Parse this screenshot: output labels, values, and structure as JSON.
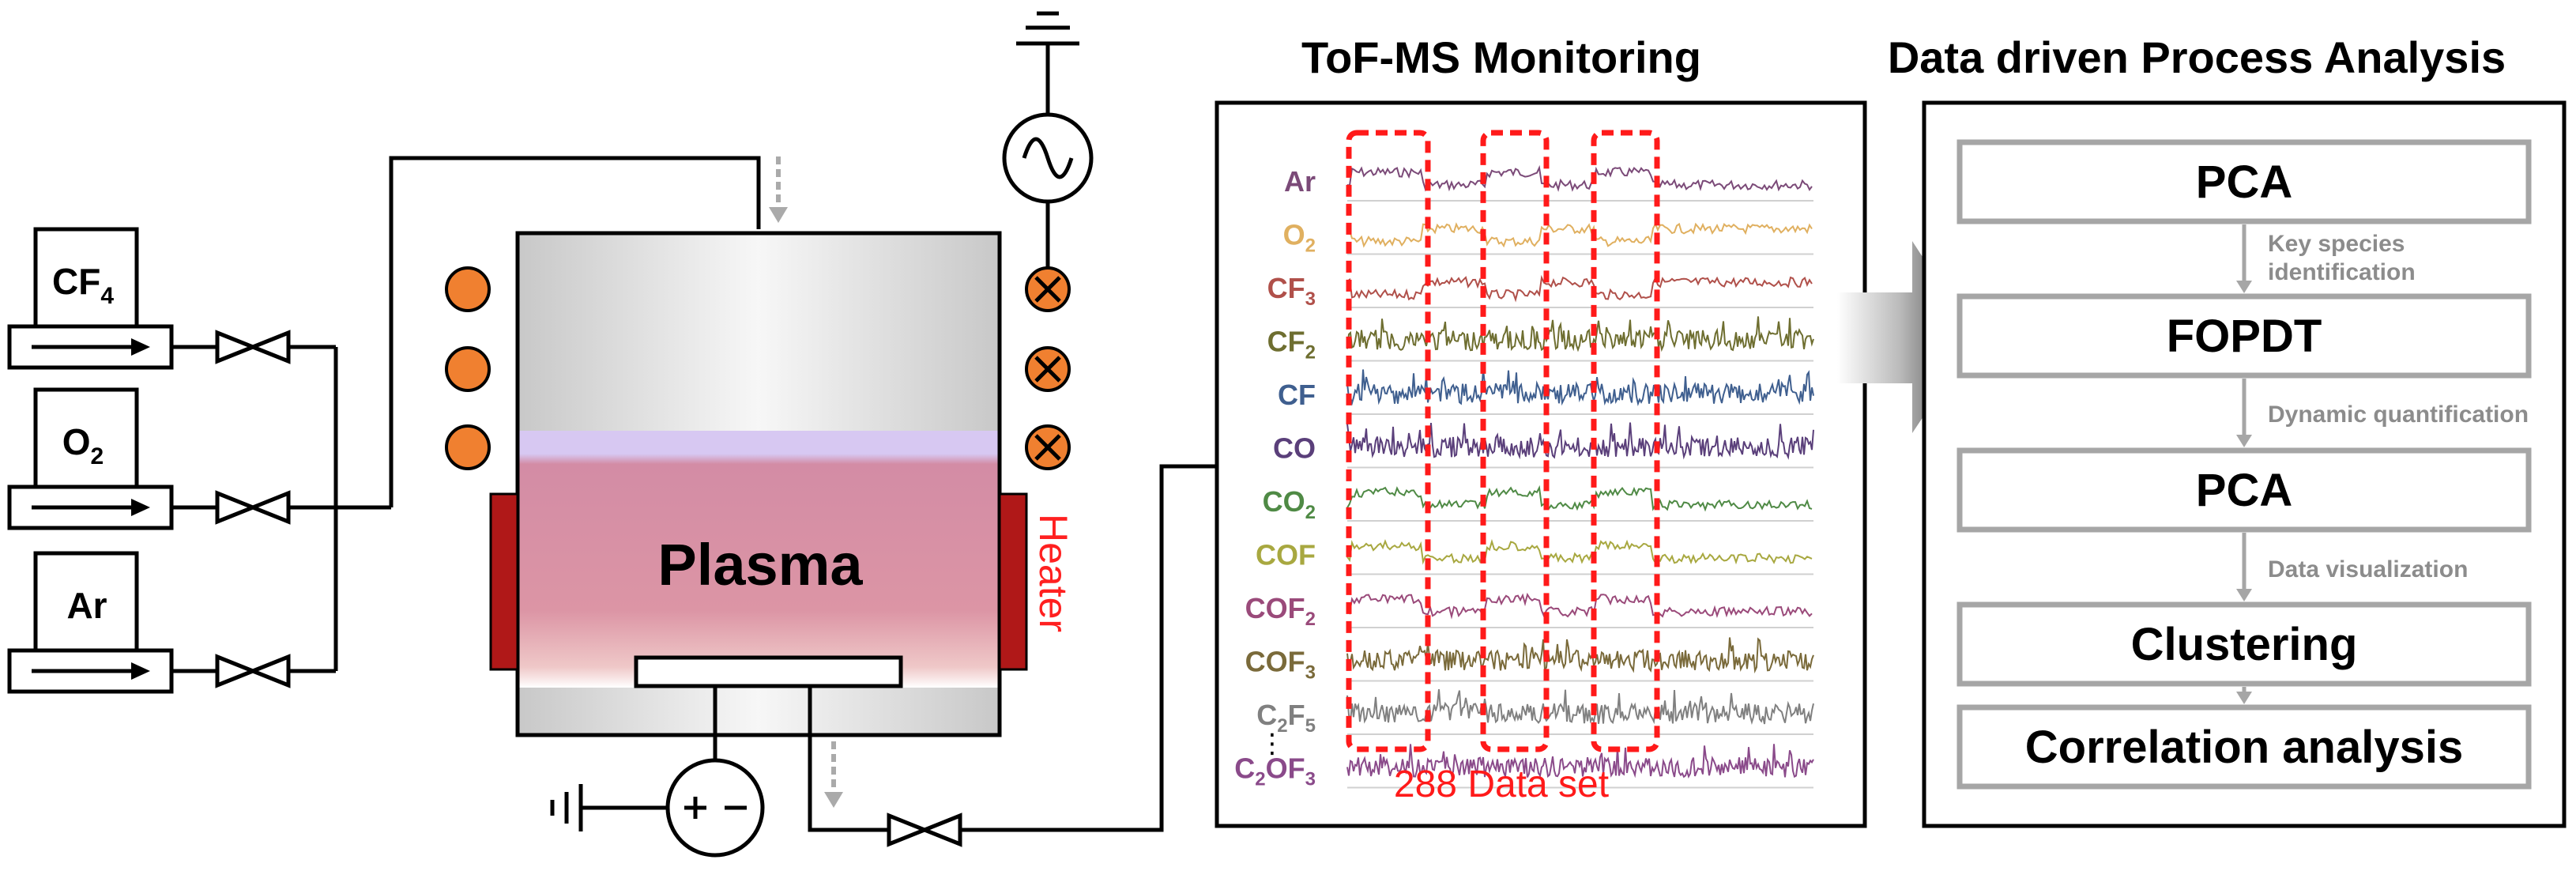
{
  "gas_inlets": [
    {
      "main": "CF",
      "sub": "4"
    },
    {
      "main": "O",
      "sub": "2"
    },
    {
      "main": "Ar",
      "sub": ""
    }
  ],
  "chamber": {
    "plasma_label": "Plasma",
    "heater_label": "Heater"
  },
  "tofms": {
    "title": "ToF-MS Monitoring",
    "dataset_label": "288 Data set",
    "ellipsis": "⋮",
    "species": [
      {
        "main": "Ar",
        "sub": "",
        "color": "#7b4a78",
        "profile": "high"
      },
      {
        "main": "O",
        "sub": "2",
        "color": "#e0b060",
        "profile": "low"
      },
      {
        "main": "CF",
        "sub": "3",
        "color": "#b0504a",
        "profile": "low"
      },
      {
        "main": "CF",
        "sub": "2",
        "color": "#6e6e30",
        "profile": "noise"
      },
      {
        "main": "CF",
        "sub": "",
        "color": "#3f5f8f",
        "profile": "noise"
      },
      {
        "main": "CO",
        "sub": "",
        "color": "#5a3f7a",
        "profile": "noise"
      },
      {
        "main": "CO",
        "sub": "2",
        "color": "#4f8a45",
        "profile": "high"
      },
      {
        "main": "COF",
        "sub": "",
        "color": "#a8a840",
        "profile": "high"
      },
      {
        "main": "COF",
        "sub": "2",
        "color": "#9a4a7a",
        "profile": "high"
      },
      {
        "main": "COF",
        "sub": "3",
        "color": "#7a6a3a",
        "profile": "noise"
      },
      {
        "main": "C",
        "sub": "2",
        "main2": "F",
        "sub2": "5",
        "color": "#808080",
        "profile": "noise"
      },
      {
        "main": "C",
        "sub": "2",
        "main2": "OF",
        "sub2": "3",
        "color": "#8a4a8a",
        "profile": "noise"
      }
    ]
  },
  "analysis": {
    "title": "Data driven Process Analysis",
    "steps": [
      "PCA",
      "FOPDT",
      "PCA",
      "Clustering",
      "Correlation analysis"
    ],
    "transitions": [
      "Key species identification",
      "Dynamic quantification",
      "Data visualization"
    ]
  },
  "colors": {
    "plasma": "#d88aa0",
    "heater": "#b01818",
    "coil": "#f08030",
    "highlight": "#ff1a1a",
    "box_border": "#a6a6a6"
  }
}
